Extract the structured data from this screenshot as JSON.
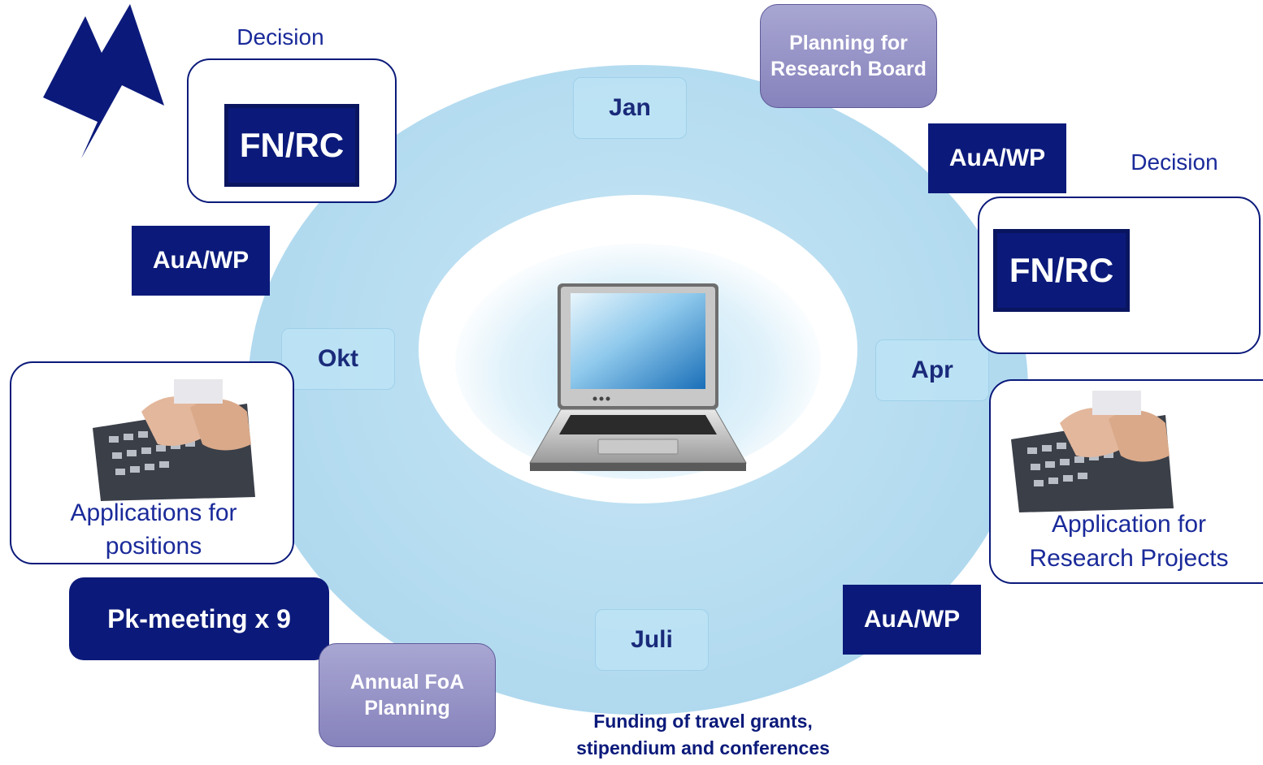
{
  "months": {
    "jan": "Jan",
    "apr": "Apr",
    "juli": "Juli",
    "okt": "Okt"
  },
  "committees": {
    "fnrc_left": "FN/RC",
    "fnrc_right": "FN/RC",
    "auawp_top_right": "AuA/WP",
    "auawp_left": "AuA/WP",
    "auawp_bottom_right": "AuA/WP"
  },
  "decision_labels": {
    "left": "Decision",
    "right": "Decision"
  },
  "planning": {
    "research_board_line1": "Planning for",
    "research_board_line2": "Research Board",
    "annual_foa_line1": "Annual FoA",
    "annual_foa_line2": "Planning"
  },
  "applications": {
    "positions_line1": "Applications for",
    "positions_line2": "positions",
    "projects_line1": "Application for",
    "projects_line2": "Research  Projects"
  },
  "pk_meeting": "Pk-meeting x 9",
  "funding": {
    "line1": "Funding of travel grants,",
    "line2": "stipendium and conferences"
  },
  "colors": {
    "navy": "#0b1a7a",
    "ring": "#b5dcf0",
    "purple": "#8682bc",
    "text_blue": "#1a2a9a"
  },
  "icons": [
    "arrow-icon",
    "laptop-icon",
    "keyboard-typing-icon"
  ]
}
